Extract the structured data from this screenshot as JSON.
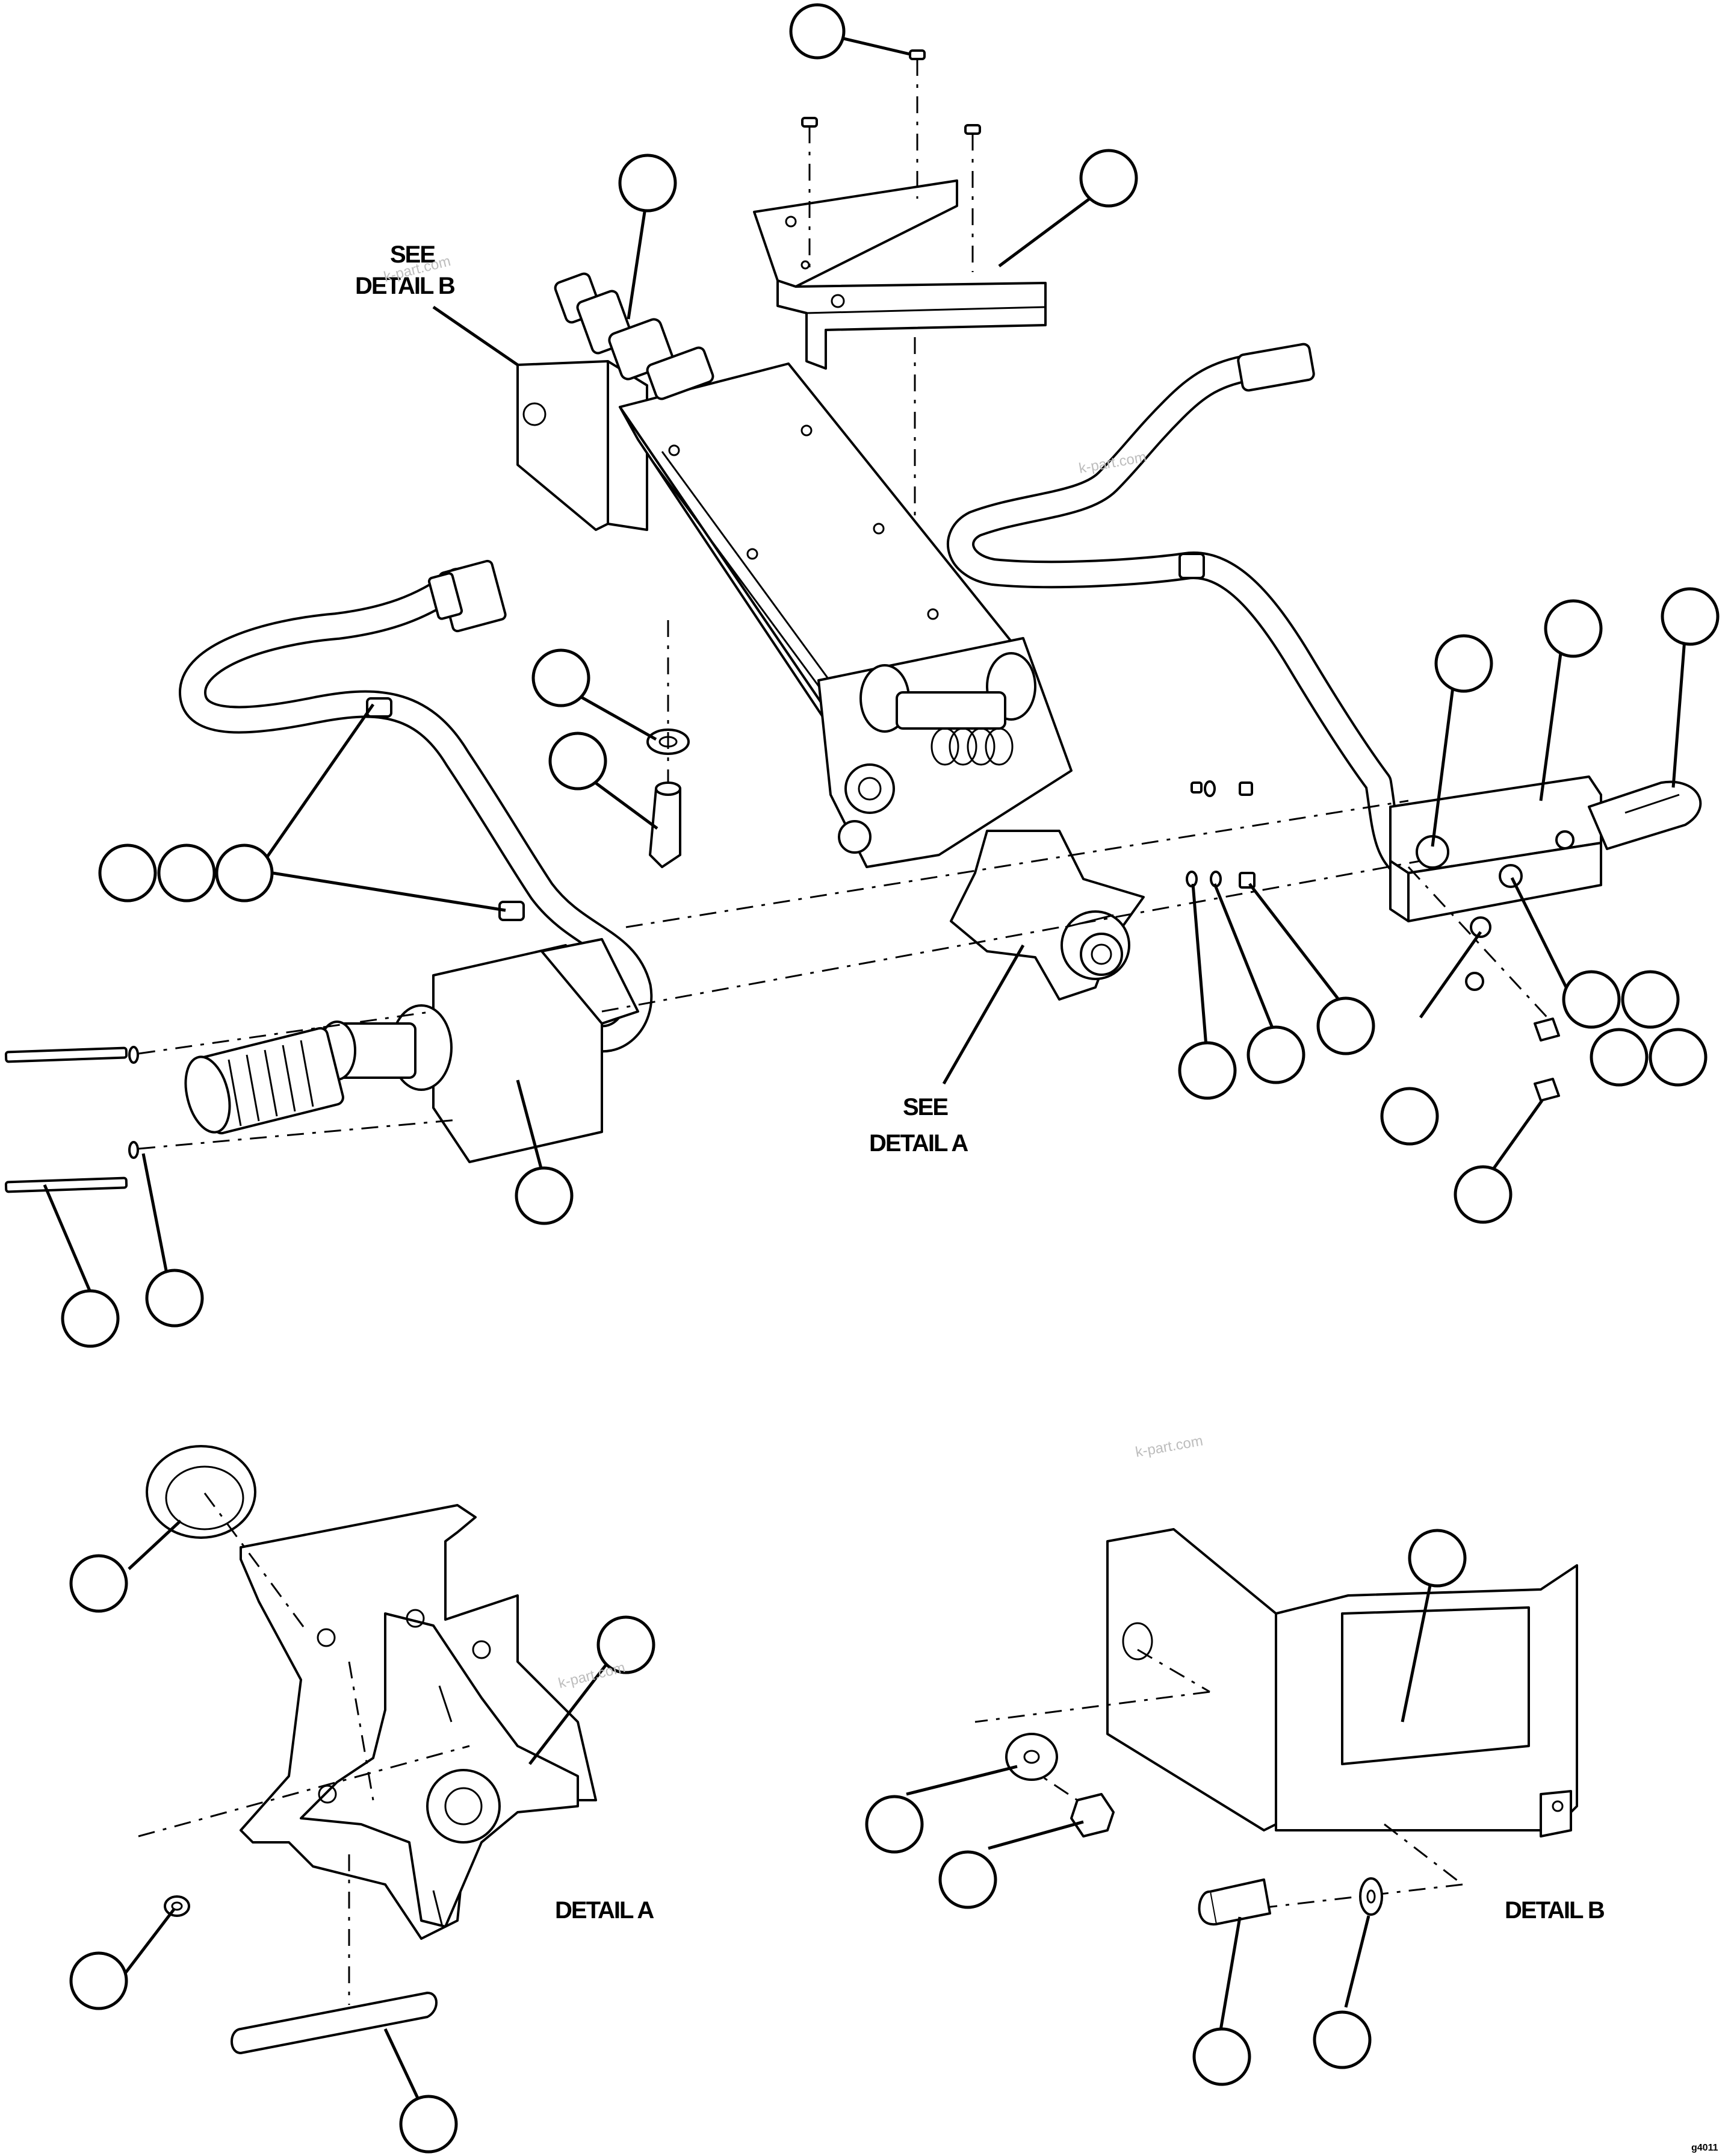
{
  "labels": {
    "see_detail_b": [
      "SEE",
      "DETAIL B"
    ],
    "see_detail_a": [
      "SEE",
      "DETAIL A"
    ],
    "detail_a": "DETAIL A",
    "detail_b": "DETAIL B"
  },
  "watermark": "k-part.com",
  "figure_code": "g4011"
}
